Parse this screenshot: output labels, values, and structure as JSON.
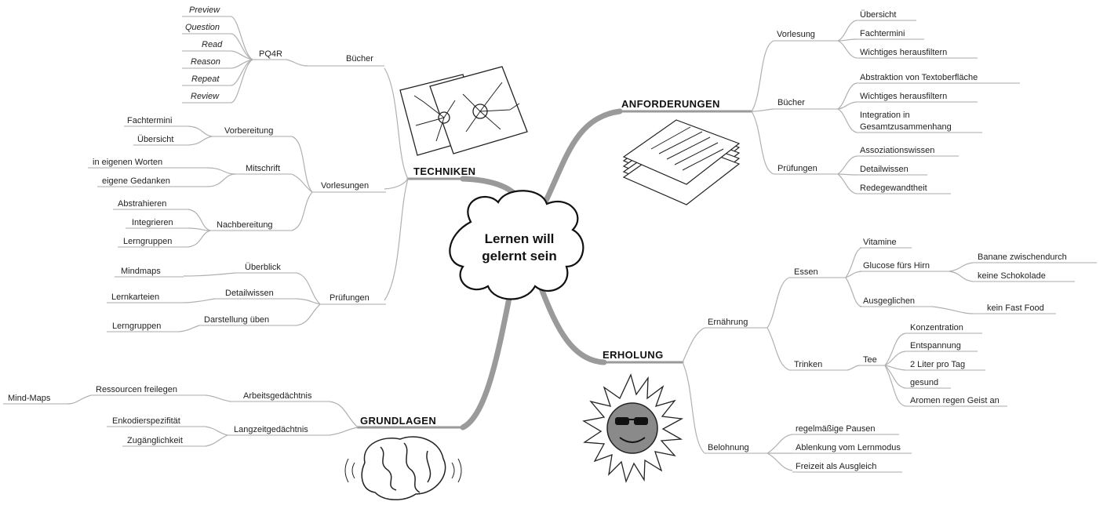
{
  "center": {
    "line1": "Lernen will",
    "line2": "gelernt sein"
  },
  "techniken": {
    "title": "TECHNIKEN",
    "buecher": "Bücher",
    "pq4r": "PQ4R",
    "pq4r_items": [
      "Preview",
      "Question",
      "Read",
      "Reason",
      "Repeat",
      "Review"
    ],
    "vorlesungen": "Vorlesungen",
    "vorbereitung": "Vorbereitung",
    "vorbereitung_items": [
      "Fachtermini",
      "Übersicht"
    ],
    "mitschrift": "Mitschrift",
    "mitschrift_items": [
      "in eigenen Worten",
      "eigene Gedanken"
    ],
    "nachbereitung": "Nachbereitung",
    "nachbereitung_items": [
      "Abstrahieren",
      "Integrieren",
      "Lerngruppen"
    ],
    "pruefungen": "Prüfungen",
    "ueberblick": "Überblick",
    "ueberblick_item": "Mindmaps",
    "detailwissen": "Detailwissen",
    "detailwissen_item": "Lernkarteien",
    "darstellung": "Darstellung üben",
    "darstellung_item": "Lerngruppen"
  },
  "anforderungen": {
    "title": "ANFORDERUNGEN",
    "vorlesung": "Vorlesung",
    "vorlesung_items": [
      "Übersicht",
      "Fachtermini",
      "Wichtiges herausfiltern"
    ],
    "buecher": "Bücher",
    "buecher_items": [
      "Abstraktion von Textoberfläche",
      "Wichtiges herausfiltern"
    ],
    "integration_line1": "Integration in",
    "integration_line2": "Gesamtzusammenhang",
    "pruefungen": "Prüfungen",
    "pruefungen_items": [
      "Assoziationswissen",
      "Detailwissen",
      "Redegewandtheit"
    ]
  },
  "erholung": {
    "title": "ERHOLUNG",
    "ernaehrung": "Ernährung",
    "essen": "Essen",
    "vitamine": "Vitamine",
    "glucose": "Glucose fürs Hirn",
    "glucose_items": [
      "Banane zwischendurch",
      "keine Schokolade"
    ],
    "ausgeglichen": "Ausgeglichen",
    "fastfood": "kein Fast Food",
    "trinken": "Trinken",
    "tee": "Tee",
    "tee_items": [
      "Konzentration",
      "Entspannung",
      "2 Liter pro Tag",
      "gesund",
      "Aromen regen Geist an"
    ],
    "belohnung": "Belohnung",
    "belohnung_items": [
      "regelmäßige Pausen",
      "Ablenkung vom Lernmodus",
      "Freizeit als Ausgleich"
    ]
  },
  "grundlagen": {
    "title": "GRUNDLAGEN",
    "arbeitsgedaechtnis": "Arbeitsgedächtnis",
    "ressourcen": "Ressourcen freilegen",
    "mindmaps": "Mind-Maps",
    "langzeitgedaechtnis": "Langzeitgedächtnis",
    "langzeit_items": [
      "Enkodierspezifität",
      "Zugänglichkeit"
    ]
  },
  "colors": {
    "branch_main": "#9a9a9a",
    "branch_fine": "#b0b0b0",
    "text": "#222222",
    "sun": "#8a8a8a"
  }
}
